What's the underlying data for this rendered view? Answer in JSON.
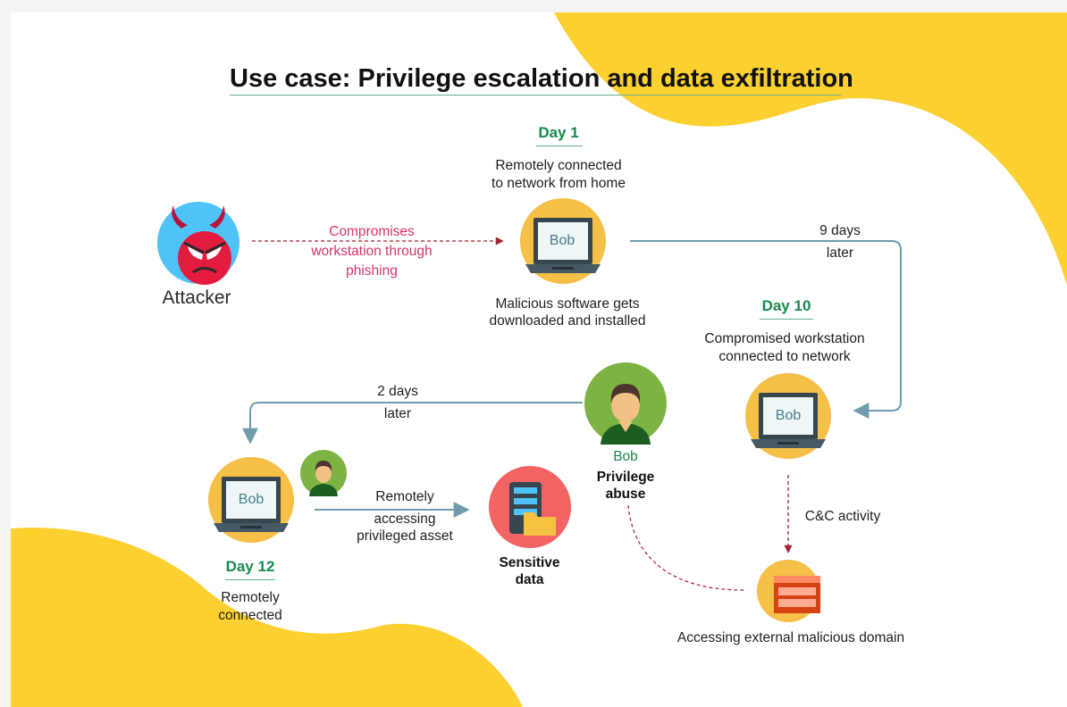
{
  "title": "Use case: Privilege escalation and data exfiltration",
  "attacker_label": "Attacker",
  "phishing_label": [
    "Compromises",
    "workstation through",
    "phishing"
  ],
  "day1": {
    "label": "Day 1",
    "description": [
      "Remotely connected",
      "to network from home"
    ],
    "laptop_label": "Bob",
    "after": [
      "Malicious software gets",
      "downloaded and installed"
    ]
  },
  "delay1": [
    "9 days",
    "later"
  ],
  "day10": {
    "label": "Day 10",
    "description": [
      "Compromised workstation",
      "connected to network"
    ],
    "laptop_label": "Bob"
  },
  "bob": {
    "name": "Bob",
    "action": [
      "Privilege",
      "abuse"
    ]
  },
  "delay2": [
    "2 days",
    "later"
  ],
  "day12": {
    "label": "Day 12",
    "laptop_label": "Bob",
    "description": [
      "Remotely",
      "connected"
    ]
  },
  "remote_access": [
    "Remotely",
    "accessing",
    "privileged asset"
  ],
  "sensitive_data": [
    "Sensitive",
    "data"
  ],
  "cc_activity": "C&C activity",
  "external_domain": "Accessing external malicious domain",
  "colors": {
    "yellow": "#fcd031",
    "green_day": "#168a4e",
    "pink_text": "#d6336c",
    "arrow_blue": "#6f9cab",
    "arrow_red": "#a32230",
    "avatar_green": "#7cb342",
    "attacker_blue": "#4fc3f7",
    "devil_red": "#e31b3e",
    "data_red": "#f26464"
  }
}
